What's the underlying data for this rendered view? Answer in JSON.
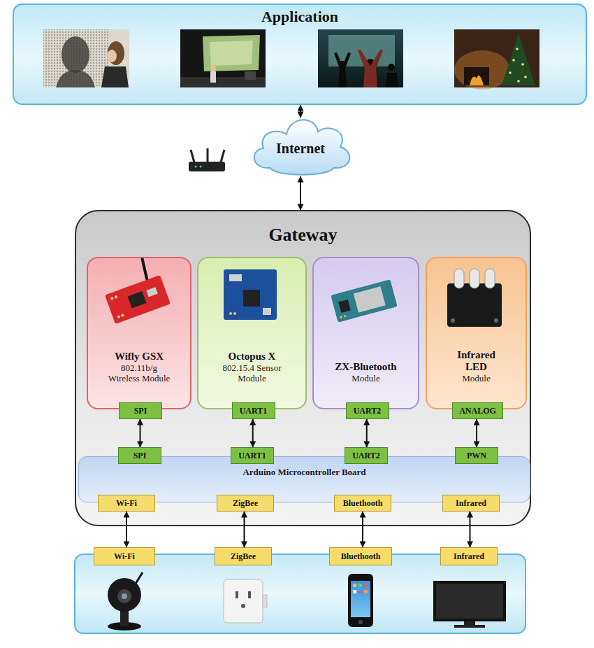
{
  "diagram": {
    "nodes": [
      {
        "text": [
          "Application"
        ]
      },
      {
        "text": [
          "Internet"
        ]
      },
      {
        "text": [
          "Gateway"
        ]
      },
      {
        "text": [
          "Wifly GSX",
          "802.11b/g Wireless Module"
        ],
        "in": 2
      },
      {
        "text": [
          "SPI"
        ],
        "in": 3
      },
      {
        "text": [
          "Octopus X",
          "802.15.4 Sensor Module"
        ],
        "in": 2
      },
      {
        "text": [
          "UART1"
        ],
        "in": 5
      },
      {
        "text": [
          "ZX-Bluetooth",
          "Module"
        ],
        "in": 2
      },
      {
        "text": [
          "UART2"
        ],
        "in": 7
      },
      {
        "text": [
          "Infrared LED",
          "Module"
        ],
        "in": 2
      },
      {
        "text": [
          "ANALOG"
        ],
        "in": 9
      },
      {
        "text": [
          "Arduino Microcontroller Board"
        ],
        "in": 2
      },
      {
        "text": [
          "SPI"
        ],
        "in": 11
      },
      {
        "text": [
          "UART1"
        ],
        "in": 11
      },
      {
        "text": [
          "UART2"
        ],
        "in": 11
      },
      {
        "text": [
          "PWN"
        ],
        "in": 11
      },
      {
        "text": [
          "Wi-Fi"
        ],
        "in": 11
      },
      {
        "text": [
          "ZigBee"
        ],
        "in": 11
      },
      {
        "text": [
          "Bluethooth"
        ],
        "in": 11
      },
      {
        "text": [
          "Infrared"
        ],
        "in": 11
      },
      {
        "text": [
          "Wi-Fi"
        ]
      },
      {
        "text": [
          "ZigBee"
        ]
      },
      {
        "text": [
          "Bluethooth"
        ]
      },
      {
        "text": [
          "Infrared"
        ]
      }
    ],
    "edges": [
      {
        "from": 0,
        "to": 1,
        "arrow": "both"
      },
      {
        "from": 1,
        "to": 2,
        "arrow": "both"
      },
      {
        "from": 4,
        "to": 12,
        "arrow": "both"
      },
      {
        "from": 6,
        "to": 13,
        "arrow": "both"
      },
      {
        "from": 8,
        "to": 14,
        "arrow": "both"
      },
      {
        "from": 10,
        "to": 15,
        "arrow": "both"
      },
      {
        "from": 16,
        "to": 20,
        "arrow": "both"
      },
      {
        "from": 17,
        "to": 21,
        "arrow": "both"
      },
      {
        "from": 18,
        "to": 22,
        "arrow": "both"
      },
      {
        "from": 19,
        "to": 23,
        "arrow": "both"
      }
    ]
  }
}
